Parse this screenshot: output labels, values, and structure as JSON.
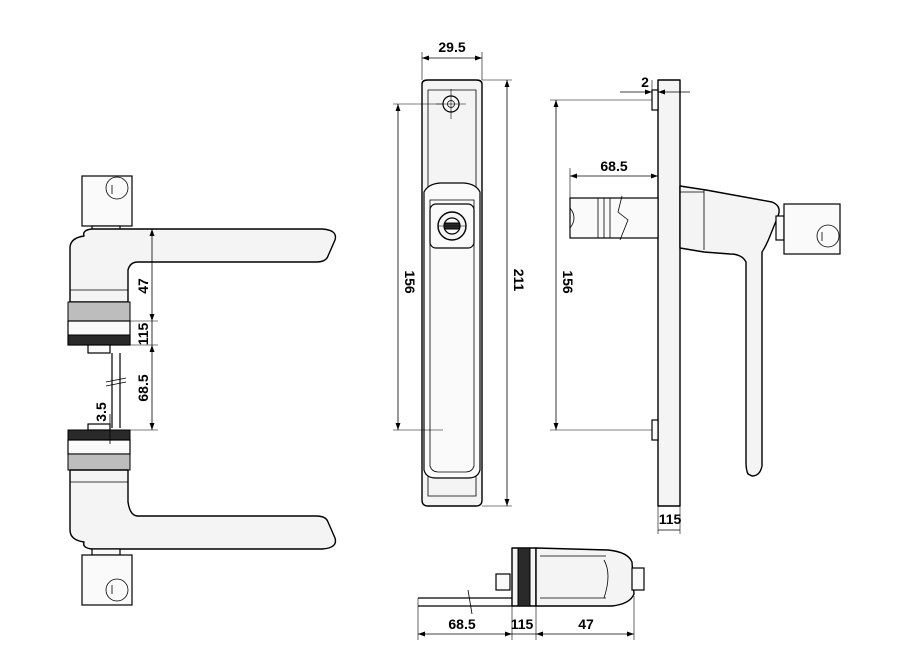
{
  "dimensions": {
    "front_width": "29.5",
    "front_total_height": "211",
    "front_screw_spacing": "156",
    "side_screw_spacing": "156",
    "side_offset": "2",
    "side_spindle": "68.5",
    "side_plate_thickness": "115",
    "left_lever_height": "47",
    "left_rose_thickness": "115",
    "left_spindle": "68.5",
    "left_gap": "3.5",
    "bottom_spindle": "68.5",
    "bottom_rose": "115",
    "bottom_lever": "47"
  }
}
